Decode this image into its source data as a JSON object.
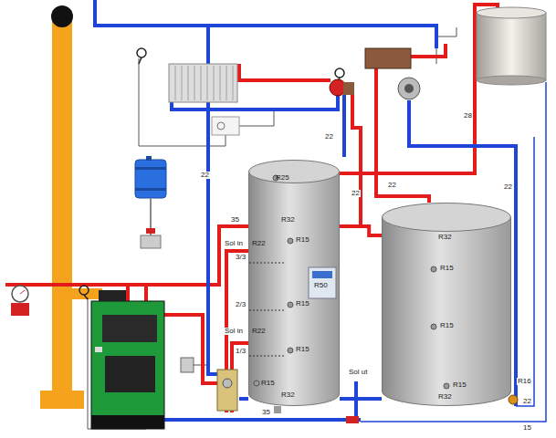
{
  "diagram": {
    "nodes": [
      {
        "text": [
          "R25",
          "R32",
          "R22",
          "R15",
          "R50",
          "R15",
          "R22",
          "R15",
          "R15",
          "R32"
        ]
      },
      {
        "text": [
          "R32",
          "R15",
          "R15",
          "R15",
          "R32"
        ]
      }
    ],
    "edges": [
      {
        "from": 0,
        "to": 1,
        "arrow": "none"
      },
      {
        "from": 0,
        "to": 1,
        "arrow": "none"
      }
    ],
    "labels": [
      "22",
      "22",
      "22",
      "22",
      "28",
      "22",
      "35",
      "Sol in",
      "3/3",
      "2/3",
      "Sol in",
      "1/3",
      "R16",
      "Sol ut",
      "35",
      "22",
      "15"
    ]
  }
}
